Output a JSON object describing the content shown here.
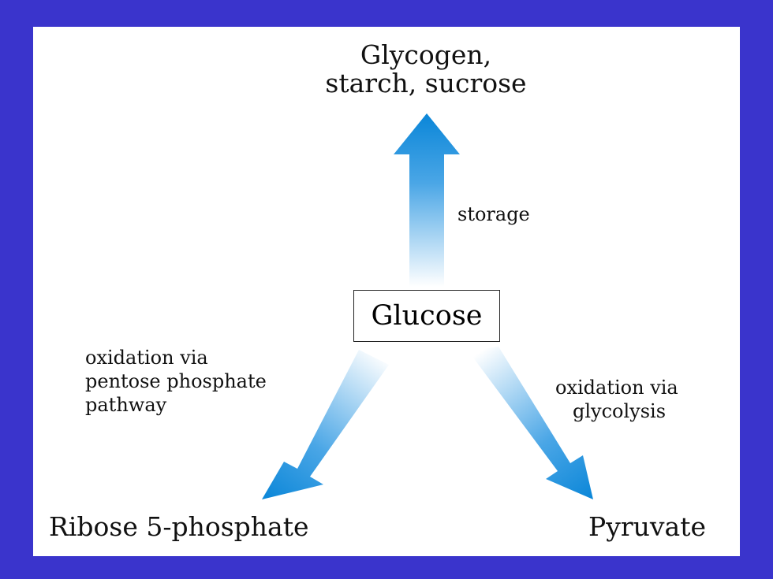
{
  "diagram": {
    "nodes": {
      "storage_product_line1": "Glycogen,",
      "storage_product_line2": "starch, sucrose",
      "center": "Glucose",
      "left_product": "Ribose 5-phosphate",
      "right_product": "Pyruvate"
    },
    "edges": {
      "up": "storage",
      "left_line1": "oxidation via",
      "left_line2": "pentose phosphate",
      "left_line3": "pathway",
      "right_line1": "oxidation via",
      "right_line2": "glycolysis"
    },
    "colors": {
      "background": "#3a34cc",
      "panel": "#ffffff",
      "arrow": "#0a86d8",
      "arrow_fade": "#ffffff"
    }
  }
}
